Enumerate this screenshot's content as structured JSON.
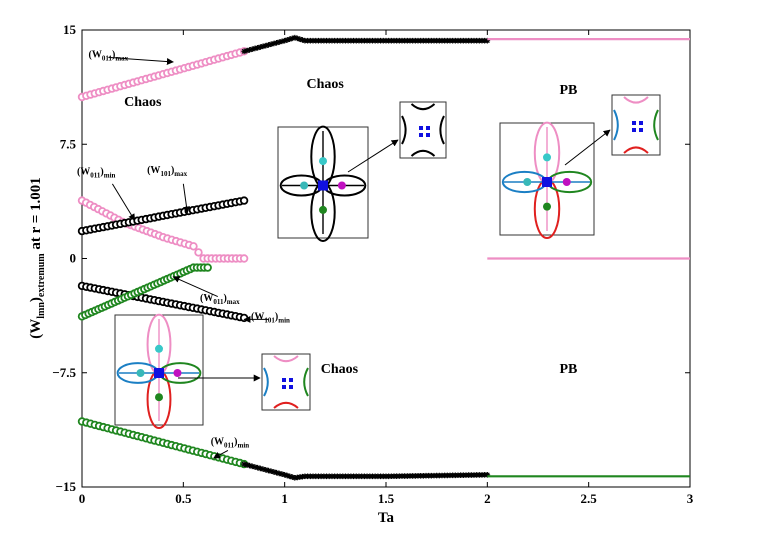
{
  "chart_data": {
    "type": "scatter",
    "title": "",
    "xlabel": "Ta",
    "ylabel_main": "(W",
    "ylabel_sub": "lmn",
    "ylabel_close": ")",
    "ylabel_sub2": "extremum",
    "ylabel_tail": " at r = 1.001",
    "xlim": [
      0,
      3
    ],
    "ylim": [
      -15,
      15
    ],
    "xticks": [
      0,
      0.5,
      1,
      1.5,
      2,
      2.5,
      3
    ],
    "xtick_labels": [
      "0",
      "0.5",
      "1",
      "1.5",
      "2",
      "2.5",
      "3"
    ],
    "yticks": [
      -15,
      -7.5,
      0,
      7.5,
      15
    ],
    "ytick_labels": [
      "−15",
      "−7.5",
      "0",
      "7.5",
      "15"
    ],
    "grid": false,
    "colors": {
      "pink": "#ee8ec4",
      "green": "#1f861f",
      "black": "#000000"
    },
    "series": [
      {
        "color": "pink",
        "marker": "circle",
        "x": [
          0,
          0.8
        ],
        "y": [
          10.6,
          13.6
        ]
      },
      {
        "color": "black",
        "marker": "star",
        "x": [
          0.8,
          1.0,
          1.05,
          1.1,
          1.5,
          2.0
        ],
        "y": [
          13.6,
          14.3,
          14.5,
          14.3,
          14.3,
          14.3
        ]
      },
      {
        "color": "pink",
        "marker": "line",
        "x": [
          2.0,
          3.0
        ],
        "y": [
          14.4,
          14.4
        ]
      },
      {
        "color": "pink",
        "marker": "circle",
        "x": [
          0,
          0.2,
          0.4,
          0.55,
          0.6,
          0.8
        ],
        "y": [
          3.8,
          2.4,
          1.4,
          0.8,
          0,
          0
        ]
      },
      {
        "color": "black",
        "marker": "circle",
        "x": [
          0,
          0.8
        ],
        "y": [
          1.8,
          3.8
        ]
      },
      {
        "color": "pink",
        "marker": "line",
        "x": [
          2.0,
          3.0
        ],
        "y": [
          0,
          0
        ]
      },
      {
        "color": "black",
        "marker": "circle",
        "x": [
          0,
          0.8
        ],
        "y": [
          -1.8,
          -3.9
        ]
      },
      {
        "color": "green",
        "marker": "circle",
        "x": [
          0,
          0.55,
          0.62
        ],
        "y": [
          -3.8,
          -0.6,
          -0.6
        ]
      },
      {
        "color": "green",
        "marker": "circle",
        "x": [
          0,
          0.8
        ],
        "y": [
          -10.7,
          -13.5
        ]
      },
      {
        "color": "black",
        "marker": "star",
        "x": [
          0.8,
          1.0,
          1.05,
          1.1,
          1.5,
          2.0
        ],
        "y": [
          -13.5,
          -14.2,
          -14.4,
          -14.3,
          -14.3,
          -14.2
        ]
      },
      {
        "color": "green",
        "marker": "line",
        "x": [
          2.0,
          3.0
        ],
        "y": [
          -14.3,
          -14.3
        ]
      }
    ],
    "regions": [
      {
        "label": "Chaos",
        "x": 0.3,
        "y": 10.0
      },
      {
        "label": "Chaos",
        "x": 1.2,
        "y": 11.2
      },
      {
        "label": "PB",
        "x": 2.4,
        "y": 10.8
      },
      {
        "label": "PB",
        "x": 2.4,
        "y": -7.5
      },
      {
        "label": "Chaos",
        "x": 1.27,
        "y": -7.5
      }
    ],
    "annotations": [
      {
        "main": "(W",
        "sub": "011",
        "close": ")",
        "sub2": "max",
        "x": 0.13,
        "y": 13.2,
        "ax": 0.13,
        "ay": 13.2,
        "tx": 0.45,
        "ty": 12.9
      },
      {
        "main": "(W",
        "sub": "011",
        "close": ")",
        "sub2": "min",
        "x": 0.07,
        "y": 5.5,
        "ax": 0.15,
        "ay": 4.9,
        "tx": 0.26,
        "ty": 2.5
      },
      {
        "main": "(W",
        "sub": "101",
        "close": ")",
        "sub2": "max",
        "x": 0.42,
        "y": 5.6,
        "ax": 0.5,
        "ay": 4.9,
        "tx": 0.52,
        "ty": 3.0
      },
      {
        "main": "(W",
        "sub": "011",
        "close": ")",
        "sub2": "max",
        "x": 0.68,
        "y": -2.8,
        "ax": 0.67,
        "ay": -2.5,
        "tx": 0.45,
        "ty": -1.2
      },
      {
        "main": "(W",
        "sub": "101",
        "close": ")",
        "sub2": "min",
        "x": 0.93,
        "y": -4.0,
        "ax": 0.92,
        "ay": -4.0,
        "tx": 0.8,
        "ty": -4.0
      },
      {
        "main": "(W",
        "sub": "011",
        "close": ")",
        "sub2": "min",
        "x": 0.73,
        "y": -12.2,
        "ax": 0.72,
        "ay": -12.6,
        "tx": 0.65,
        "ty": -13.1
      }
    ]
  }
}
